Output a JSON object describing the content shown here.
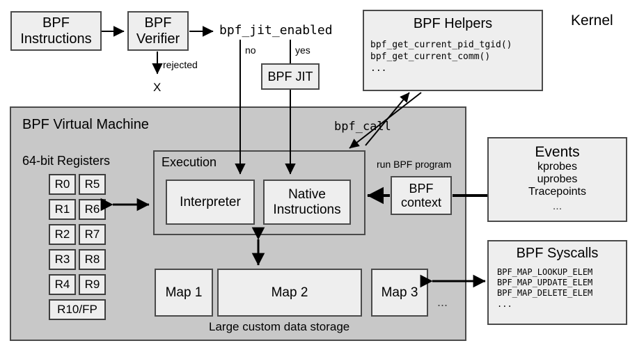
{
  "diagram": {
    "title_kernel": "Kernel",
    "top_flow": {
      "instructions": "BPF\nInstructions",
      "verifier": "BPF\nVerifier",
      "rejected_label": "rejected",
      "rejected_mark": "X",
      "jit_enabled": "bpf_jit_enabled",
      "branch_no": "no",
      "branch_yes": "yes",
      "jit": "BPF JIT"
    },
    "helpers": {
      "title": "BPF Helpers",
      "lines": [
        "bpf_get_current_pid_tgid()",
        "bpf_get_current_comm()",
        "..."
      ]
    },
    "vm": {
      "title": "BPF Virtual Machine",
      "registers_label": "64-bit Registers",
      "registers_col_a": [
        "R0",
        "R1",
        "R2",
        "R3",
        "R4"
      ],
      "registers_col_b": [
        "R5",
        "R6",
        "R7",
        "R8",
        "R9"
      ],
      "registers_wide": "R10/FP",
      "execution_label": "Execution",
      "interpreter": "Interpreter",
      "native": "Native\nInstructions",
      "maps": [
        "Map 1",
        "Map 2",
        "Map 3"
      ],
      "maps_ellipsis": "...",
      "storage_caption": "Large custom data storage",
      "bpf_call_label": "bpf_call",
      "run_program_label": "run BPF program",
      "context": "BPF\ncontext"
    },
    "events": {
      "title": "Events",
      "lines": [
        "kprobes",
        "uprobes",
        "Tracepoints",
        "..."
      ]
    },
    "syscalls": {
      "title": "BPF Syscalls",
      "lines": [
        "BPF_MAP_LOOKUP_ELEM",
        "BPF_MAP_UPDATE_ELEM",
        "BPF_MAP_DELETE_ELEM",
        "..."
      ]
    },
    "colors": {
      "box_fill": "#eeeeee",
      "vm_fill": "#c8c8c8",
      "stroke": "#4a4a4a",
      "arrow": "#000000",
      "background": "#ffffff"
    }
  }
}
